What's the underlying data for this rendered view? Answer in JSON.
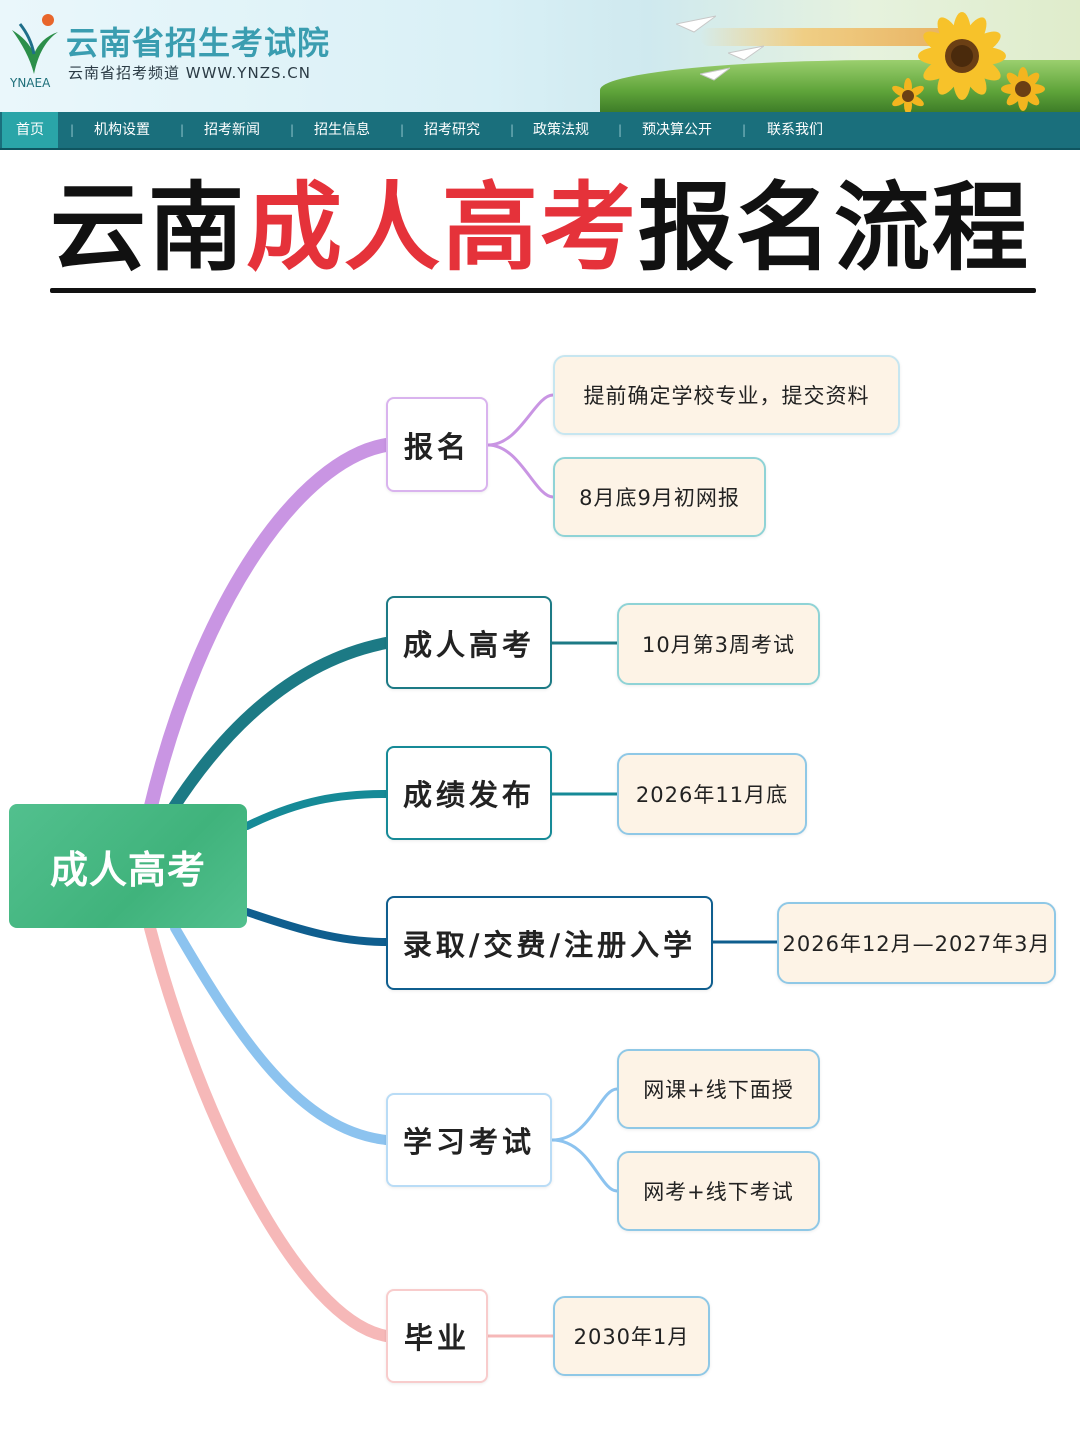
{
  "site": {
    "logo_abbr": "YNAEA",
    "title": "云南省招生考试院",
    "subtitle": "云南省招考频道 WWW.YNZS.CN"
  },
  "nav": {
    "items": [
      "首页",
      "机构设置",
      "招考新闻",
      "招生信息",
      "招考研究",
      "政策法规",
      "预决算公开",
      "联系我们"
    ],
    "active": "首页"
  },
  "page_title": {
    "part1": "云南",
    "part2": "成人高考",
    "part3": "报名流程",
    "accent_color": "#e5323a"
  },
  "mindmap": {
    "root": "成人高考",
    "branches": [
      {
        "label": "报名",
        "color": "#c995e3",
        "leaves": [
          "提前确定学校专业，提交资料",
          "8月底9月初网报"
        ]
      },
      {
        "label": "成人高考",
        "color": "#1c7a85",
        "leaves": [
          "10月第3周考试"
        ]
      },
      {
        "label": "成绩发布",
        "color": "#168a97",
        "leaves": [
          "2026年11月底"
        ]
      },
      {
        "label": "录取/交费/注册入学",
        "color": "#0f5e8e",
        "leaves": [
          "2026年12月—2027年3月"
        ]
      },
      {
        "label": "学习考试",
        "color": "#8cc3ef",
        "leaves": [
          "网课+线下面授",
          "网考+线下考试"
        ]
      },
      {
        "label": "毕业",
        "color": "#f6b8b8",
        "leaves": [
          "2030年1月"
        ]
      }
    ]
  }
}
